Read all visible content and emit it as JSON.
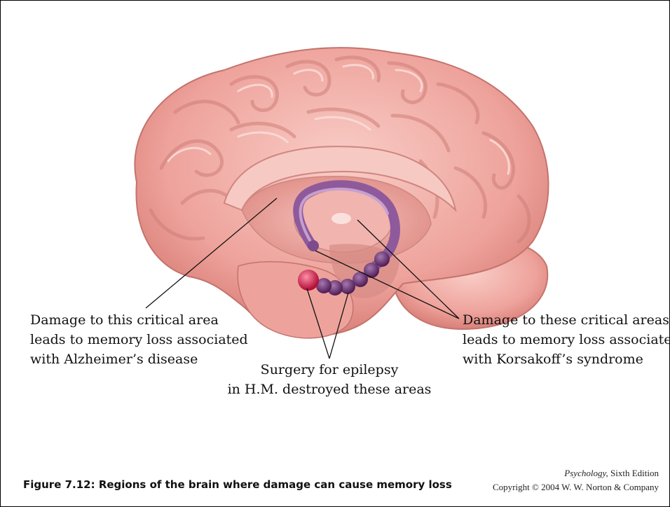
{
  "labels": {
    "alzheimers": {
      "line1": "Damage to this critical area",
      "line2": "leads to memory loss associated",
      "line3": "with Alzheimer’s disease"
    },
    "korsakoff": {
      "line1": "Damage to these critical areas",
      "line2": "leads to memory loss associated",
      "line3": "with Korsakoff’s syndrome"
    },
    "hm": {
      "line1": "Surgery for epilepsy",
      "line2": "in H.M. destroyed these areas"
    }
  },
  "caption": "Figure 7.12: Regions of the brain where damage can cause memory loss",
  "credit": {
    "book": "Psychology,",
    "edition": " Sixth Edition",
    "copyright": "Copyright © 2004 W. W. Norton & Company"
  },
  "colors": {
    "brain": "#f1aaa3",
    "brain_shadow": "#d77d78",
    "brain_highlight": "#fbd9d4",
    "fornix": "#8e5a9c",
    "hippocampus": "#6b2d6e",
    "amygdala": "#d81c4a"
  }
}
